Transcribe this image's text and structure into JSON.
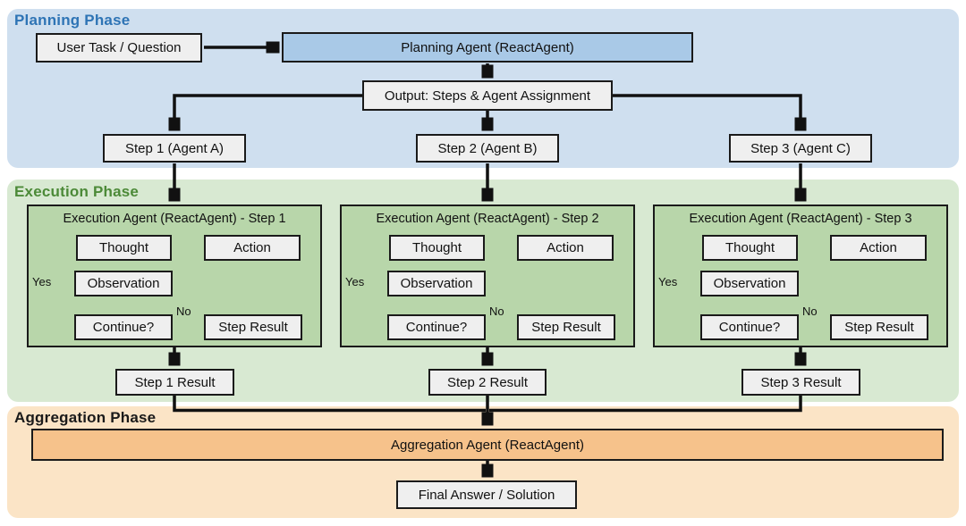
{
  "diagram": {
    "planning": {
      "title": "Planning Phase",
      "user_task": "User Task / Question",
      "agent": "Planning Agent (ReactAgent)",
      "output": "Output: Steps & Agent Assignment",
      "steps": [
        {
          "label": "Step 1 (Agent A)"
        },
        {
          "label": "Step 2 (Agent B)"
        },
        {
          "label": "Step 3 (Agent C)"
        }
      ]
    },
    "execution": {
      "title": "Execution Phase",
      "agents": [
        {
          "title": "Execution Agent (ReactAgent) - Step 1",
          "thought": "Thought",
          "action": "Action",
          "observation": "Observation",
          "continue_q": "Continue?",
          "step_result": "Step Result",
          "yes_label": "Yes",
          "no_label": "No",
          "result": "Step 1 Result"
        },
        {
          "title": "Execution Agent (ReactAgent) - Step 2",
          "thought": "Thought",
          "action": "Action",
          "observation": "Observation",
          "continue_q": "Continue?",
          "step_result": "Step Result",
          "yes_label": "Yes",
          "no_label": "No",
          "result": "Step 2 Result"
        },
        {
          "title": "Execution Agent (ReactAgent) - Step 3",
          "thought": "Thought",
          "action": "Action",
          "observation": "Observation",
          "continue_q": "Continue?",
          "step_result": "Step Result",
          "yes_label": "Yes",
          "no_label": "No",
          "result": "Step 3 Result"
        }
      ]
    },
    "aggregation": {
      "title": "Aggregation Phase",
      "agent": "Aggregation Agent (ReactAgent)",
      "final": "Final Answer / Solution"
    },
    "colors": {
      "planning_bg": "#cfdfef",
      "planning_title": "#2e74b5",
      "planning_agent_bg": "#a9c9e7",
      "execution_bg": "#d8e9d2",
      "execution_title": "#4c8a38",
      "execution_agent_bg": "#b8d6aa",
      "aggregation_bg": "#fbe4c6",
      "aggregation_title": "#1a1a1a",
      "aggregation_agent_bg": "#f6c28b",
      "node_bg": "#efefef",
      "node_border": "#1a1a1a",
      "arrow": "#111111"
    }
  }
}
